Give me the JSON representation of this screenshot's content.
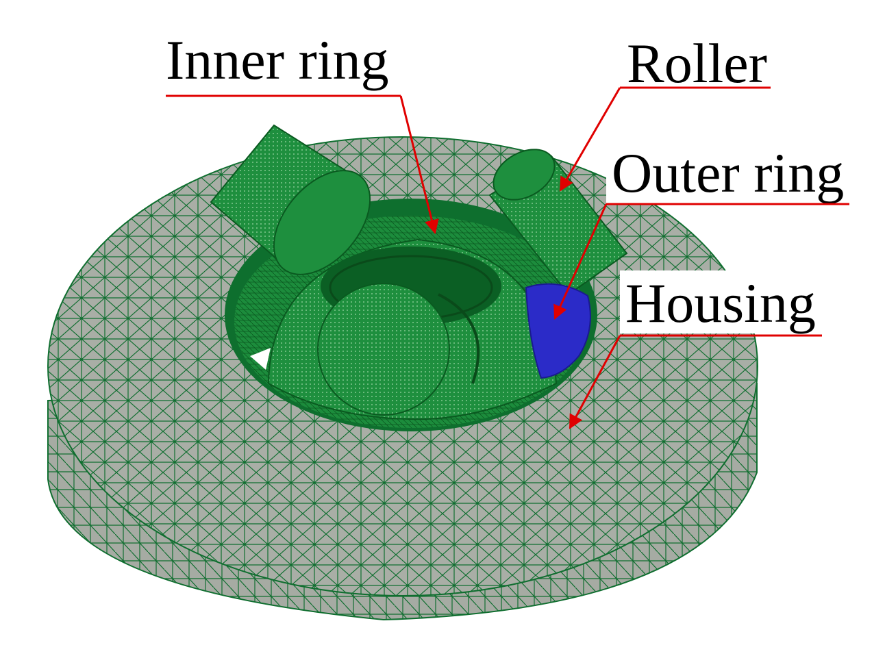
{
  "labels": {
    "inner_ring": "Inner ring",
    "roller": "Roller",
    "outer_ring": "Outer ring",
    "housing": "Housing"
  },
  "colors": {
    "mesh_line": "#0f6e2f",
    "housing_fill": "#a9aea6",
    "part_green": "#1a8a3a",
    "part_green_dark": "#0b5a22",
    "outer_ring_blue": "#2b2bc8",
    "leader_red": "#e00000",
    "background": "#ffffff"
  }
}
